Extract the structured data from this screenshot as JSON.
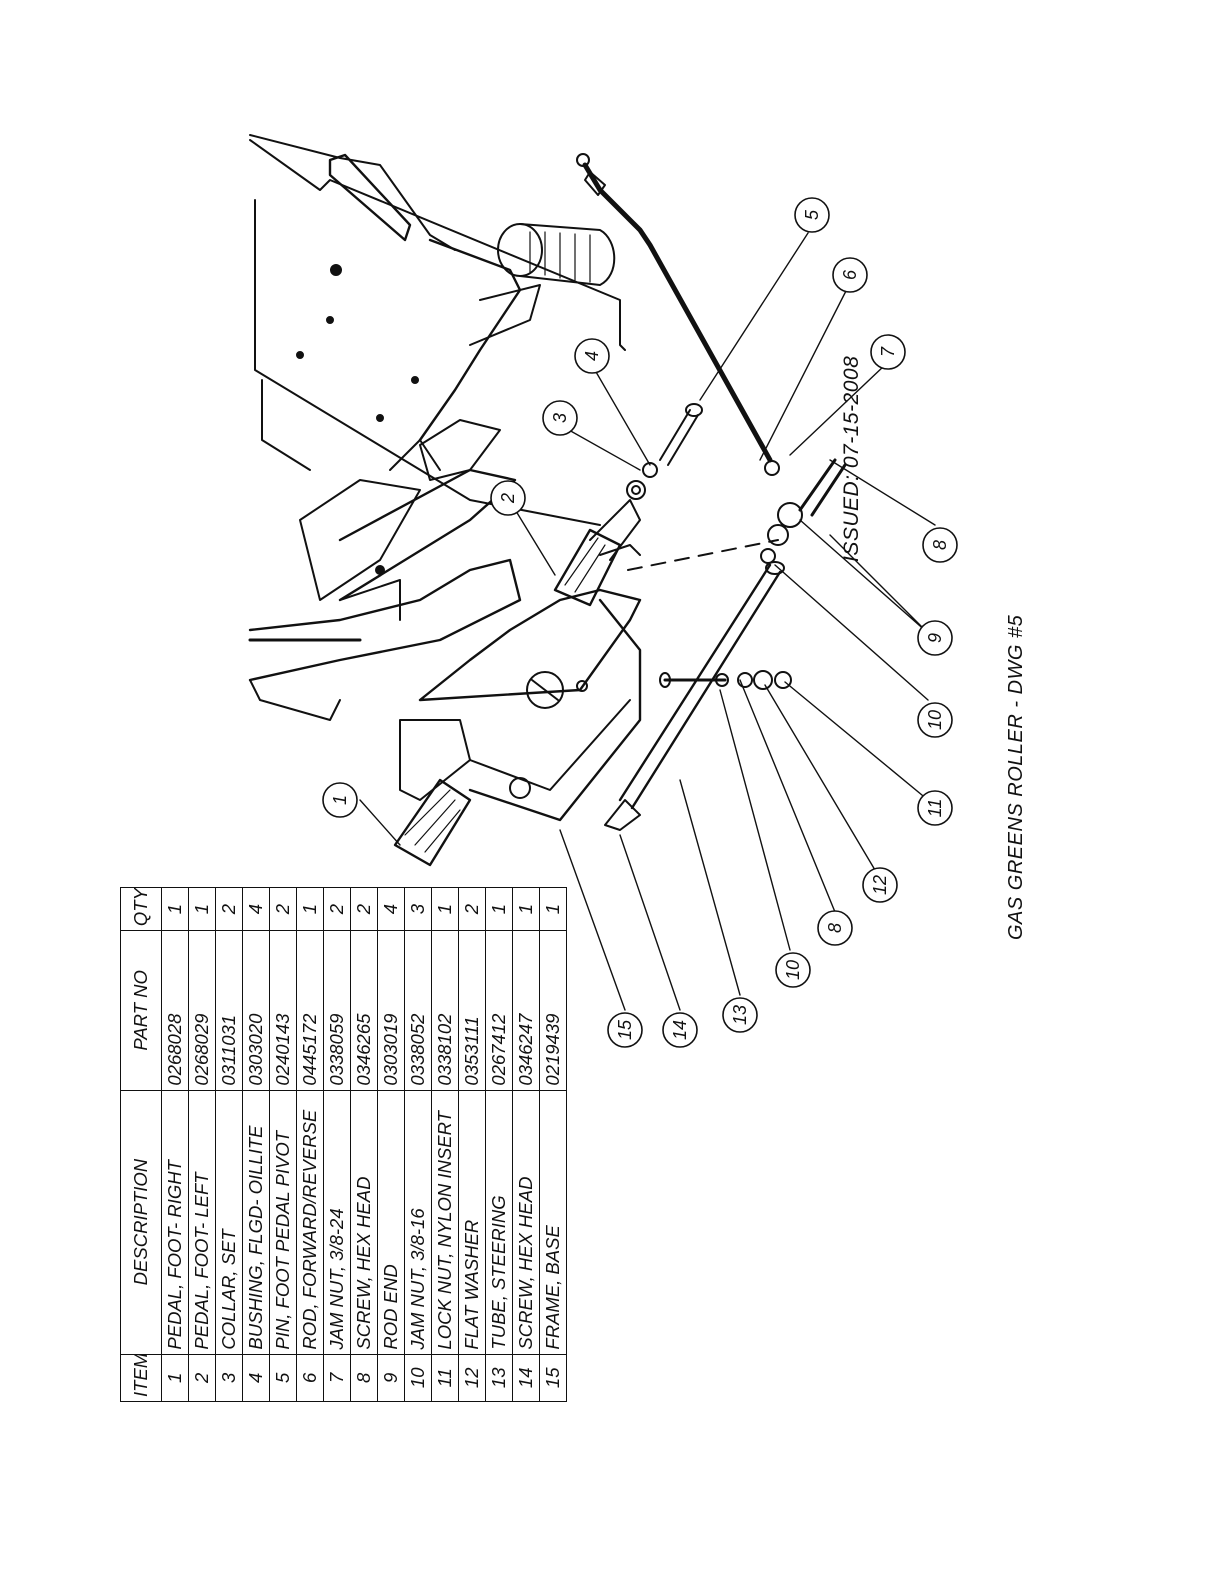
{
  "issued": "ISSUED: 07-15-2008",
  "drawing_title": "GAS GREENS ROLLER - DWG #5",
  "table": {
    "headers": [
      "ITEM",
      "DESCRIPTION",
      "PART NO",
      "QTY"
    ],
    "rows": [
      [
        "1",
        "PEDAL, FOOT- RIGHT",
        "0268028",
        "1"
      ],
      [
        "2",
        "PEDAL, FOOT- LEFT",
        "0268029",
        "1"
      ],
      [
        "3",
        "COLLAR, SET",
        "0311031",
        "2"
      ],
      [
        "4",
        "BUSHING, FLGD- OILLITE",
        "0303020",
        "4"
      ],
      [
        "5",
        "PIN, FOOT PEDAL PIVOT",
        "0240143",
        "2"
      ],
      [
        "6",
        "ROD, FORWARD/REVERSE",
        "0445172",
        "1"
      ],
      [
        "7",
        "JAM NUT, 3/8-24",
        "0338059",
        "2"
      ],
      [
        "8",
        "SCREW, HEX HEAD",
        "0346265",
        "2"
      ],
      [
        "9",
        "ROD END",
        "0303019",
        "4"
      ],
      [
        "10",
        "JAM NUT, 3/8-16",
        "0338052",
        "3"
      ],
      [
        "11",
        "LOCK NUT, NYLON INSERT",
        "0338102",
        "1"
      ],
      [
        "12",
        "FLAT WASHER",
        "0353111",
        "2"
      ],
      [
        "13",
        "TUBE, STEERING",
        "0267412",
        "1"
      ],
      [
        "14",
        "SCREW, HEX HEAD",
        "0346247",
        "1"
      ],
      [
        "15",
        "FRAME, BASE",
        "0219439",
        "1"
      ]
    ]
  },
  "callouts": [
    "1",
    "2",
    "3",
    "4",
    "5",
    "6",
    "7",
    "8",
    "9",
    "10",
    "11",
    "12",
    "8",
    "10",
    "13",
    "14",
    "15"
  ]
}
